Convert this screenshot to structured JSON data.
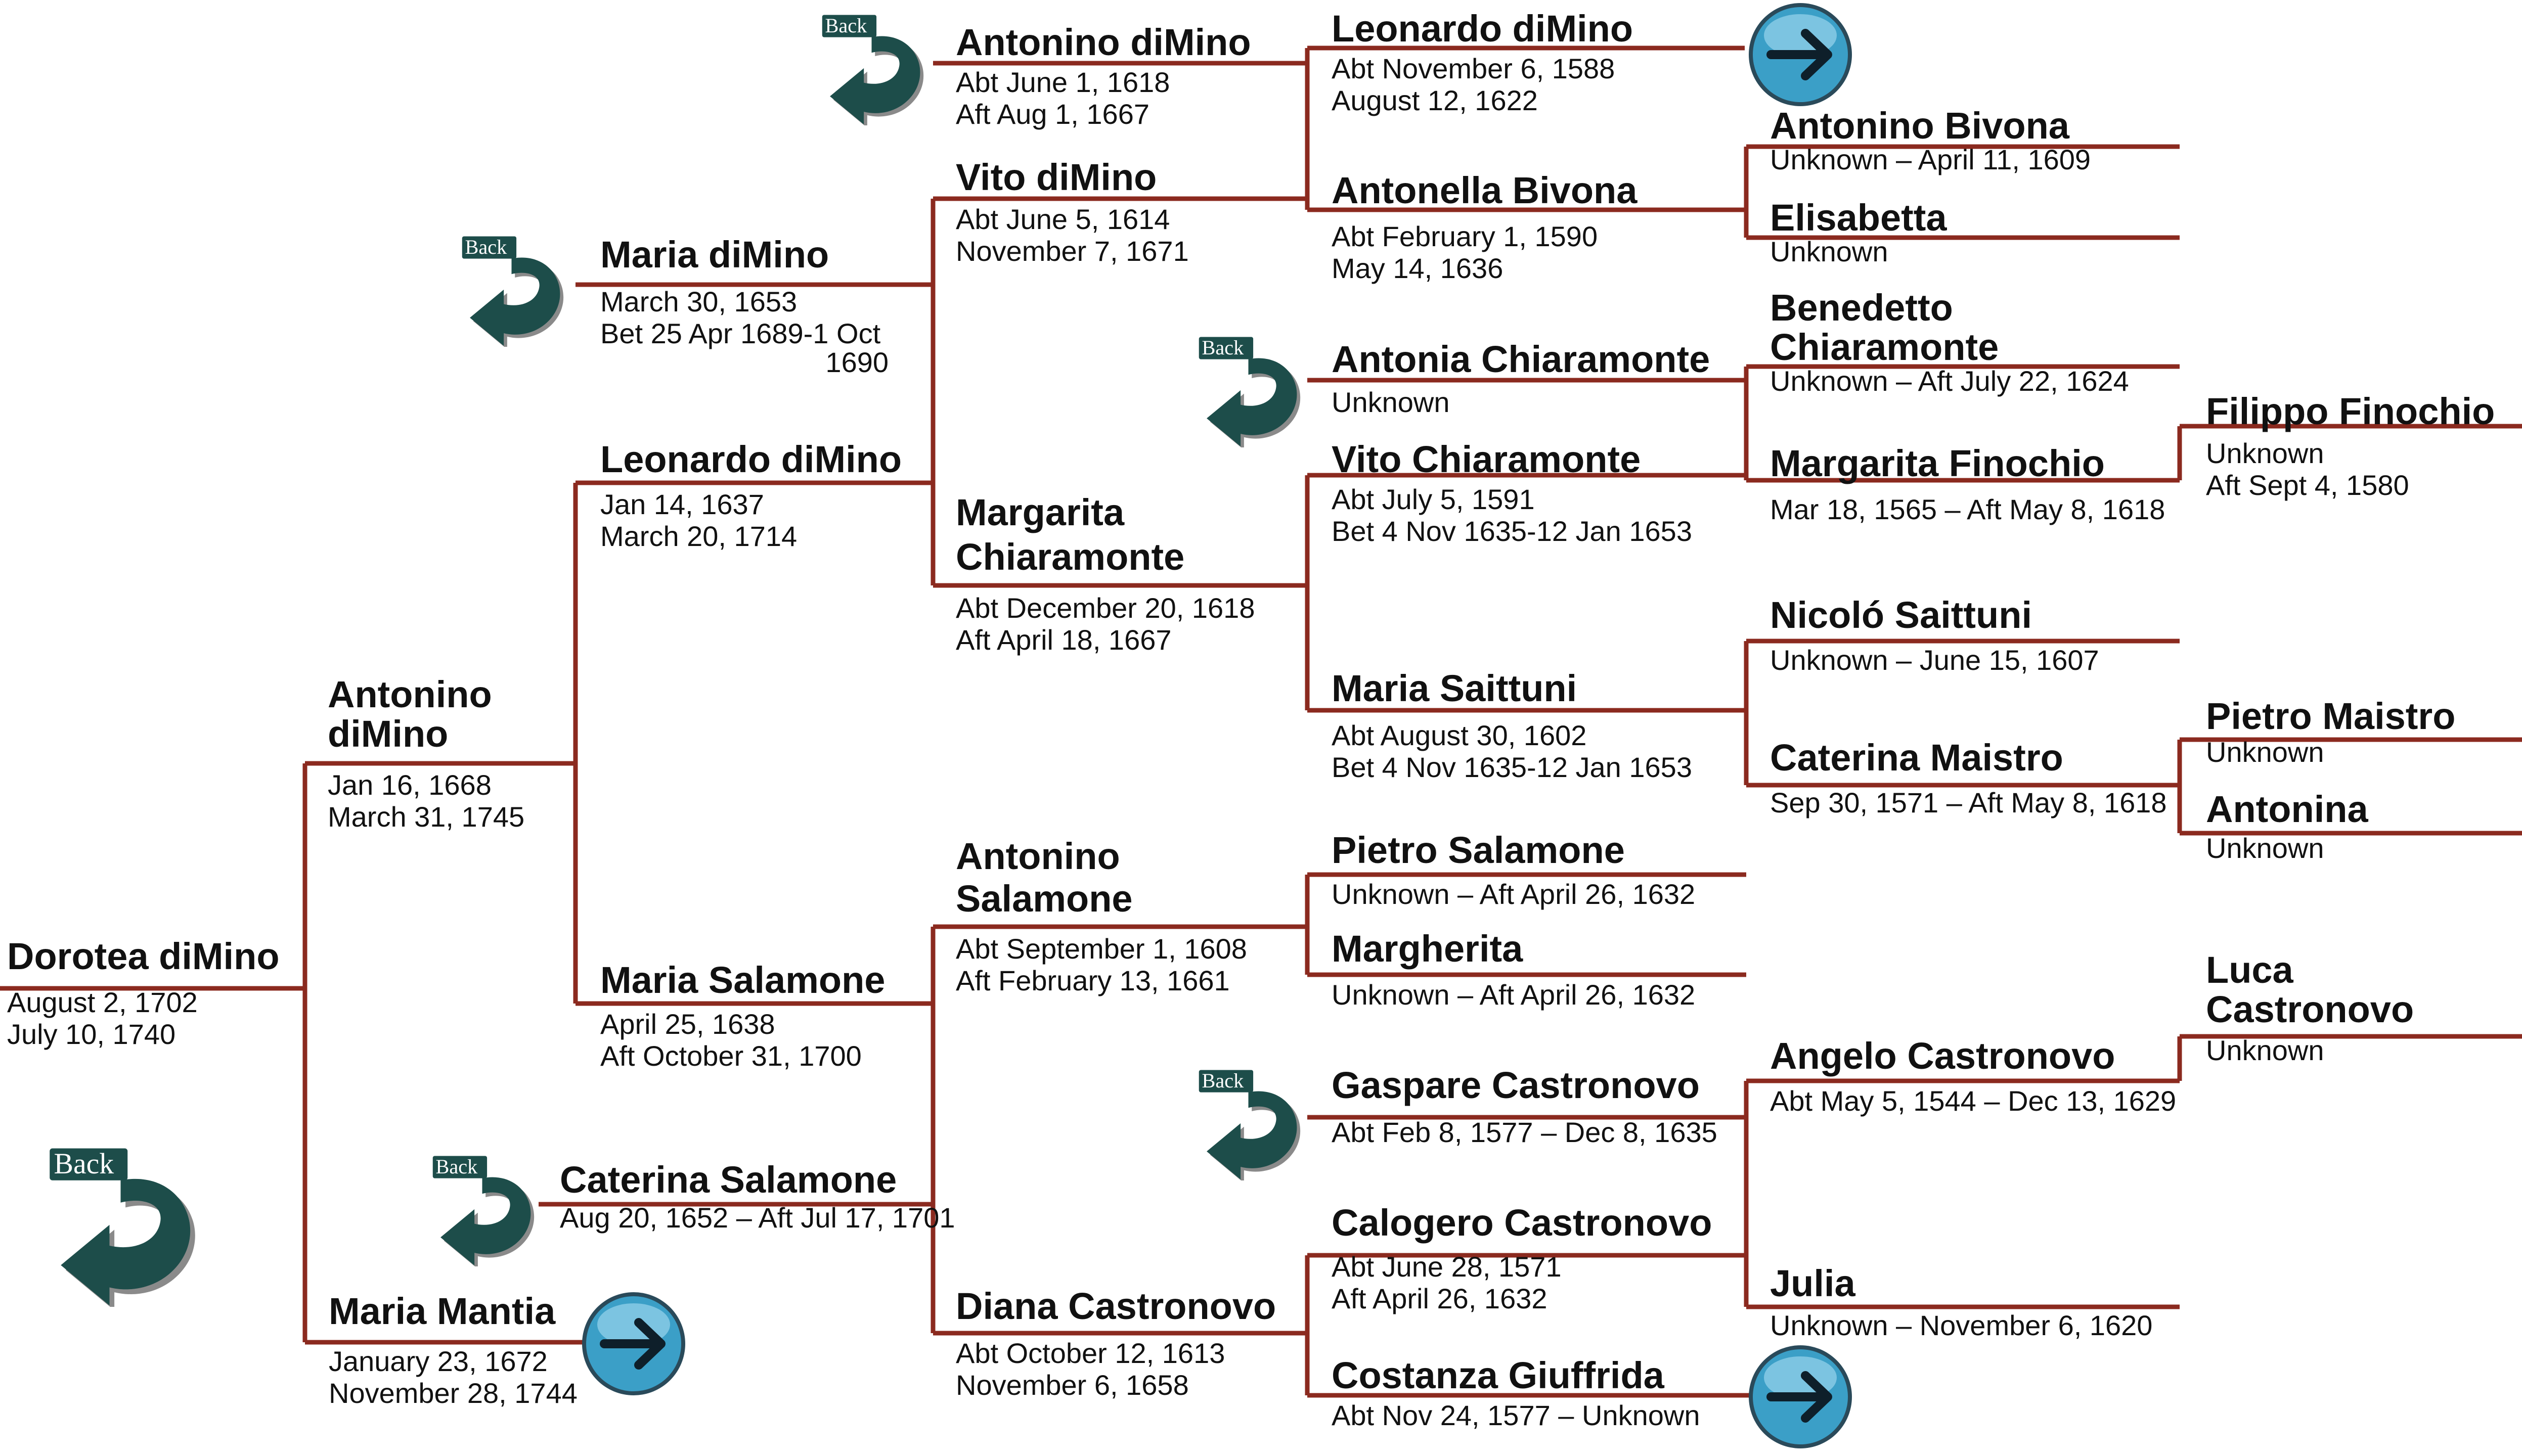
{
  "colors": {
    "line": "#8b2a1f",
    "back_arrow": "#1d4d4a",
    "forward_button": "#3b9fc7"
  },
  "nav": {
    "back_label": "Back"
  },
  "people": {
    "dorotea": {
      "name": "Dorotea diMino",
      "line1": "August  2, 1702",
      "line2": "July 10, 1740"
    },
    "antonino_g1": {
      "name1": "Antonino",
      "name2": "diMino",
      "line1": "Jan 16, 1668",
      "line2": "March 31, 1745"
    },
    "maria_mantia": {
      "name": "Maria Mantia",
      "line1": "January 23, 1672",
      "line2": "November 28, 1744"
    },
    "maria_dimino": {
      "name": "Maria diMino",
      "line1": "March 30, 1653",
      "line2": "Bet 25 Apr 1689-1 Oct",
      "line3": "1690"
    },
    "leonardo_g2": {
      "name": "Leonardo diMino",
      "line1": "Jan 14, 1637",
      "line2": "March 20, 1714"
    },
    "maria_salamone": {
      "name": "Maria Salamone",
      "line1": "April 25, 1638",
      "line2": "Aft  October 31, 1700"
    },
    "caterina_salamone": {
      "name": "Caterina Salamone",
      "line1": "Aug 20, 1652 – Aft Jul 17, 1701"
    },
    "antonino_g3": {
      "name": "Antonino diMino",
      "line1": "Abt June 1, 1618",
      "line2": "Aft Aug 1, 1667"
    },
    "vito_dimino": {
      "name": "Vito diMino",
      "line1": "Abt June 5, 1614",
      "line2": "November 7, 1671"
    },
    "margarita_chiaramonte": {
      "name1": "Margarita",
      "name2": "Chiaramonte",
      "line1": "Abt December 20, 1618",
      "line2": "Aft  April 18, 1667"
    },
    "antonino_salamone": {
      "name1": "Antonino",
      "name2": "Salamone",
      "line1": "Abt September 1, 1608",
      "line2": "Aft February 13, 1661"
    },
    "diana_castronovo": {
      "name": "Diana Castronovo",
      "line1": "Abt October 12, 1613",
      "line2": "November 6, 1658"
    },
    "leonardo_g4": {
      "name": "Leonardo diMino",
      "line1": "Abt November 6, 1588",
      "line2": "August 12, 1622"
    },
    "antonella_bivona": {
      "name": "Antonella Bivona",
      "line1": "Abt February 1, 1590",
      "line2": "May 14, 1636"
    },
    "antonia_chiaramonte": {
      "name": "Antonia Chiaramonte",
      "line1": "Unknown"
    },
    "vito_chiaramonte": {
      "name": "Vito Chiaramonte",
      "line1": "Abt July 5, 1591",
      "line2": "Bet 4 Nov 1635-12 Jan 1653"
    },
    "maria_saittuni": {
      "name": "Maria Saittuni",
      "line1": "Abt  August 30, 1602",
      "line2": "Bet 4 Nov 1635-12 Jan 1653"
    },
    "pietro_salamone": {
      "name": "Pietro Salamone",
      "line1": "Unknown – Aft  April 26, 1632"
    },
    "margherita": {
      "name": "Margherita",
      "line1": "Unknown – Aft  April 26, 1632"
    },
    "gaspare_castronovo": {
      "name": "Gaspare Castronovo",
      "line1": "Abt Feb 8, 1577 – Dec  8, 1635"
    },
    "calogero_castronovo": {
      "name": "Calogero Castronovo",
      "line1": "Abt June 28, 1571",
      "line2": "Aft  April 26, 1632"
    },
    "costanza_giuffrida": {
      "name": "Costanza Giuffrida",
      "line1": "Abt Nov 24, 1577 –  Unknown"
    },
    "antonino_bivona": {
      "name": "Antonino Bivona",
      "line1": "Unknown  –  April 11, 1609"
    },
    "elisabetta": {
      "name": "Elisabetta",
      "line1": "Unknown"
    },
    "benedetto_chiaramonte": {
      "name1": "Benedetto",
      "name2": "Chiaramonte",
      "line1": "Unknown  –  Aft July 22, 1624"
    },
    "margarita_finochio": {
      "name": "Margarita Finochio",
      "line1": "Mar 18, 1565 – Aft May 8, 1618"
    },
    "nicolo_saittuni": {
      "name": "Nicoló Saittuni",
      "line1": "Unknown –  June 15, 1607"
    },
    "caterina_maistro": {
      "name": "Caterina Maistro",
      "line1": "Sep 30, 1571 – Aft May 8, 1618"
    },
    "angelo_castronovo": {
      "name": "Angelo Castronovo",
      "line1": "Abt May 5, 1544 – Dec 13, 1629"
    },
    "julia": {
      "name": "Julia",
      "line1": "Unknown – November 6, 1620"
    },
    "filippo_finochio": {
      "name": "Filippo Finochio",
      "line1": "Unknown",
      "line2": "Aft Sept  4, 1580"
    },
    "pietro_maistro": {
      "name": "Pietro Maistro",
      "line1": "Unknown"
    },
    "antonina": {
      "name": "Antonina",
      "line1": "Unknown"
    },
    "luca_castronovo": {
      "name1": "Luca",
      "name2": "Castronovo",
      "line1": "Unknown"
    }
  }
}
